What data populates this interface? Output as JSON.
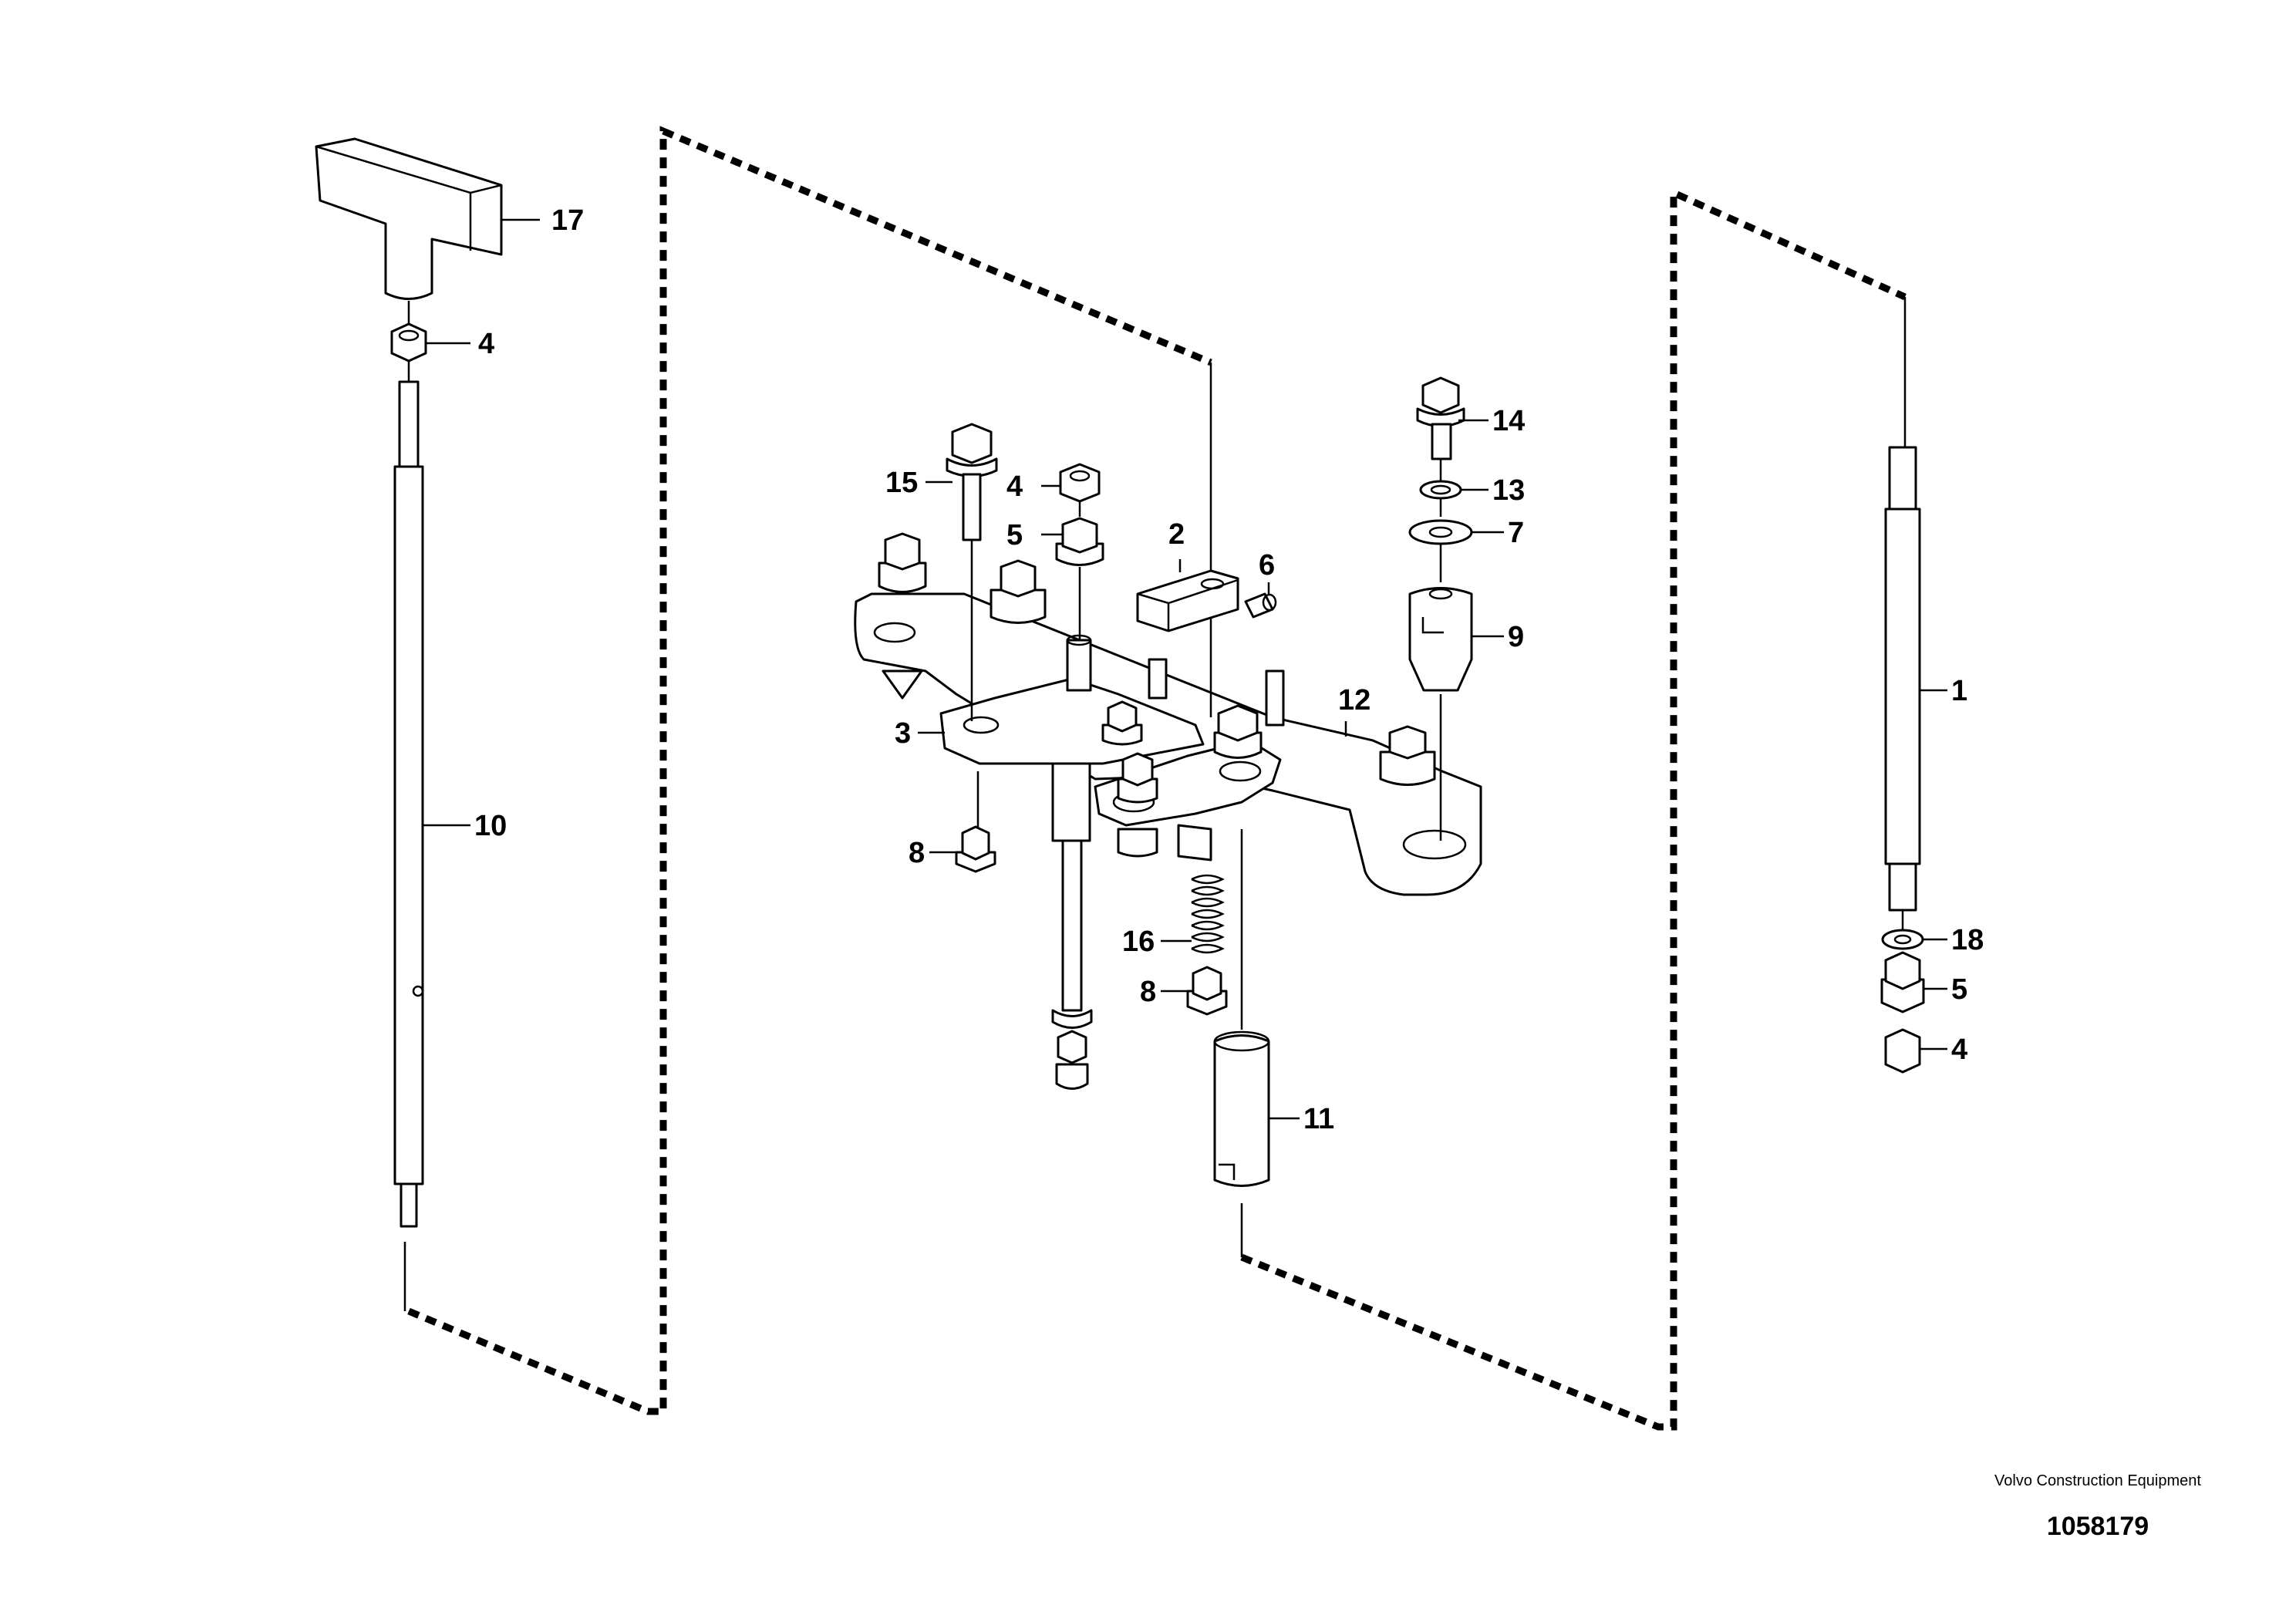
{
  "diagram": {
    "brand_caption": "Volvo Construction Equipment",
    "figure_number": "1058179",
    "callouts": {
      "p1": "1",
      "p2": "2",
      "p3": "3",
      "p4a": "4",
      "p4b": "4",
      "p4c": "4",
      "p5a": "5",
      "p5b": "5",
      "p6": "6",
      "p7": "7",
      "p8a": "8",
      "p8b": "8",
      "p9": "9",
      "p10": "10",
      "p11": "11",
      "p12": "12",
      "p13": "13",
      "p14": "14",
      "p15": "15",
      "p16": "16",
      "p17": "17",
      "p18": "18"
    }
  }
}
